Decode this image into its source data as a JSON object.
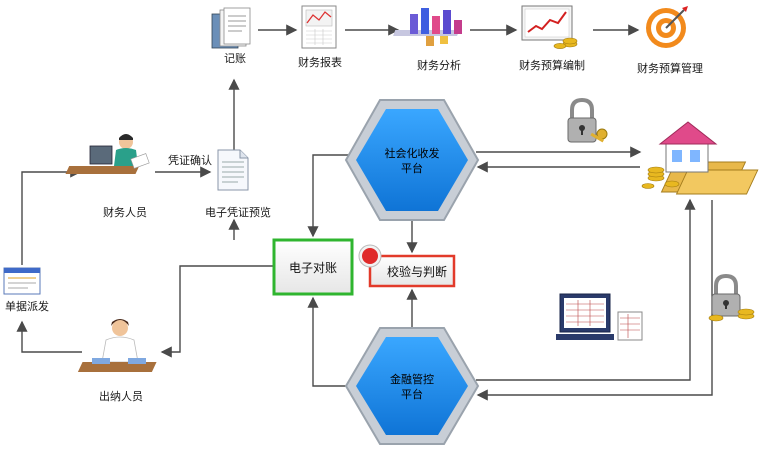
{
  "top_row": {
    "bookkeeping": "记账",
    "financial_report": "财务报表",
    "financial_analysis": "财务分析",
    "budget_compile": "财务预算编制",
    "budget_manage": "财务预算管理"
  },
  "actors": {
    "accountant": "财务人员",
    "cashier": "出纳人员",
    "document_dispatch": "单据派发"
  },
  "voucher": {
    "confirm_label": "凭证确认",
    "preview_label": "电子凭证预览"
  },
  "process": {
    "e_reconcile": "电子对账",
    "verify_judge": "校验与判断"
  },
  "platforms": {
    "social_collect_line1": "社会化收发",
    "social_collect_line2": "平台",
    "finance_control_line1": "金融管控",
    "finance_control_line2": "平台"
  },
  "colors": {
    "hex_blue": "#1a8fe8",
    "hex_border": "#9aa3ad",
    "reconcile_border": "#2fb52f",
    "verify_border": "#e23a2a",
    "arrow": "#4a4a4a"
  }
}
